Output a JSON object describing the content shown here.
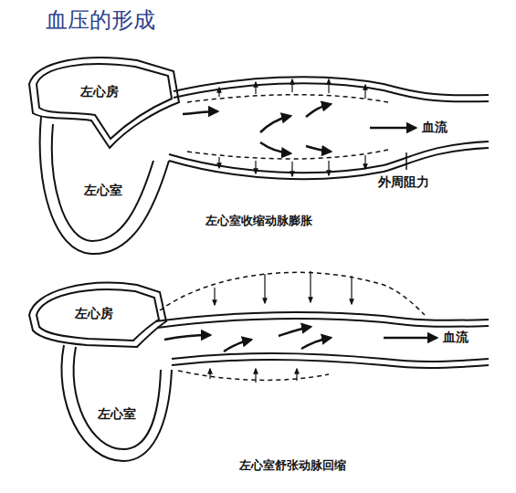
{
  "diagram": {
    "title": "血压的形成",
    "labels": [
      "左心房",
      "左心室",
      "血流",
      "外周阻力",
      "左心室收缩动脉膨胀",
      "左心房",
      "左心室",
      "血流",
      "左心室舒张动脉回缩"
    ]
  }
}
